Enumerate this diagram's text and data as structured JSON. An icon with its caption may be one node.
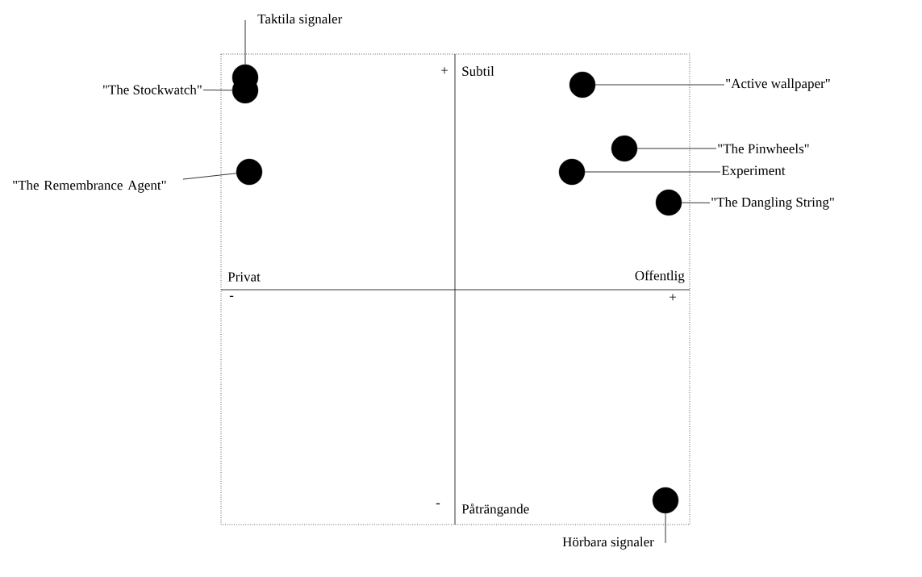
{
  "diagram": {
    "nodes": [
      {
        "text": [
          "Taktila signaler"
        ]
      },
      {
        "text": [
          "\"The Stockwatch\""
        ]
      },
      {
        "text": [
          "\"Active wallpaper\""
        ]
      },
      {
        "text": [
          "\"The Pinwheels\""
        ]
      },
      {
        "text": [
          "\"The Remembrance Agent\""
        ]
      },
      {
        "text": [
          "Experiment"
        ]
      },
      {
        "text": [
          "\"The Dangling String\""
        ]
      },
      {
        "text": [
          "Hörbara signaler"
        ]
      },
      {
        "text": [],
        "shape": "circle"
      },
      {
        "text": [],
        "shape": "circle"
      },
      {
        "text": [],
        "shape": "circle"
      },
      {
        "text": [],
        "shape": "circle"
      },
      {
        "text": [],
        "shape": "circle"
      },
      {
        "text": [],
        "shape": "circle"
      },
      {
        "text": [],
        "shape": "circle"
      },
      {
        "text": [],
        "shape": "circle"
      }
    ],
    "edges": [
      {
        "from": 0,
        "to": 8,
        "arrow": "none"
      },
      {
        "from": 1,
        "to": 9,
        "arrow": "none"
      },
      {
        "from": 2,
        "to": 10,
        "arrow": "none"
      },
      {
        "from": 3,
        "to": 11,
        "arrow": "none"
      },
      {
        "from": 4,
        "to": 12,
        "arrow": "none"
      },
      {
        "from": 5,
        "to": 13,
        "arrow": "none"
      },
      {
        "from": 6,
        "to": 14,
        "arrow": "none"
      },
      {
        "from": 7,
        "to": 15,
        "arrow": "none"
      }
    ],
    "labels": [
      "+",
      "Subtil",
      "Privat",
      "Offentlig",
      "-",
      "+",
      "-",
      "Påträngande"
    ]
  }
}
